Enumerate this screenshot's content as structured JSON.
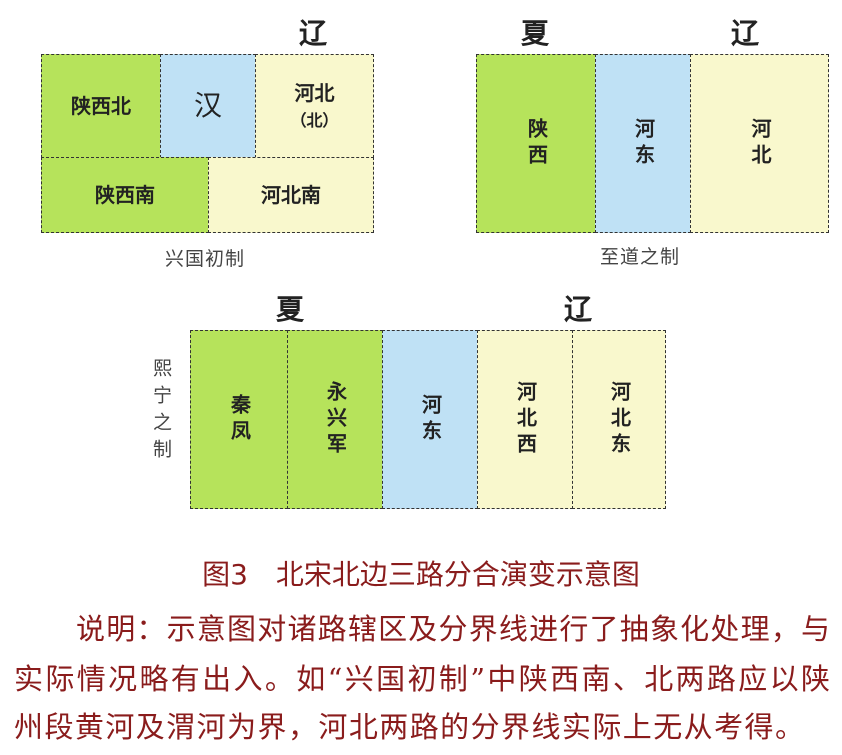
{
  "diagram1": {
    "top_label_liao": "辽",
    "cells": [
      "陕西北",
      "汉",
      "河北",
      "（北）",
      "陕西南",
      "河北南"
    ],
    "title": "兴国初制"
  },
  "diagram2": {
    "top_label_xia": "夏",
    "top_label_liao": "辽",
    "cells": [
      "陕西",
      "河东",
      "河北"
    ],
    "title": "至道之制"
  },
  "diagram3": {
    "top_label_xia": "夏",
    "top_label_liao": "辽",
    "cells": [
      "秦凤",
      "永兴军",
      "河东",
      "河北西",
      "河北东"
    ],
    "title": "熙宁之制"
  },
  "colors": {
    "shaanxi": "#b6e35b",
    "hedong": "#bfe1f5",
    "hebei": "#f9f8cd",
    "caption": "#8a1c1c"
  },
  "caption": "图3　北宋北边三路分合演变示意图",
  "note_lines": [
    "说明：示意图对诸路辖区及分界线进行了抽象化处理，与",
    "实际情况略有出入。如“兴国初制”中陕西南、北两路应以陕",
    "州段黄河及渭河为界，河北两路的分界线实际上无从考得。"
  ]
}
